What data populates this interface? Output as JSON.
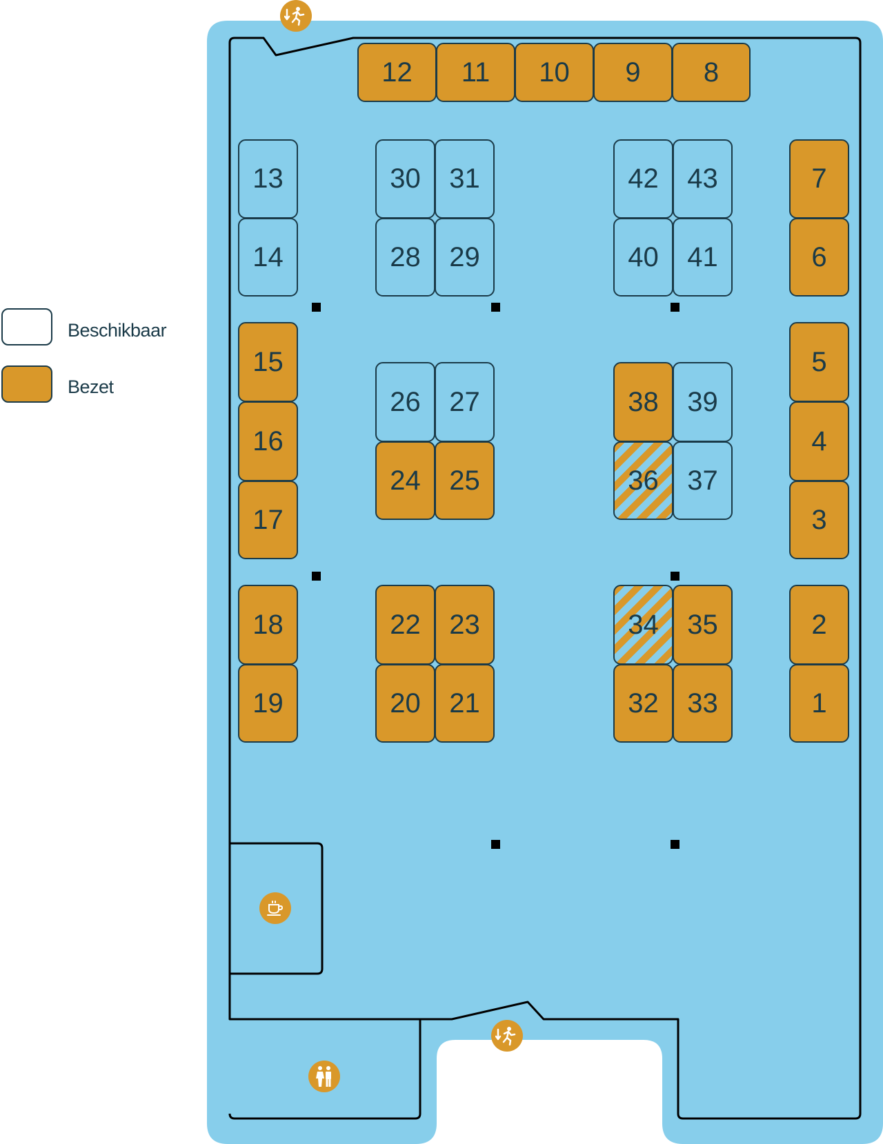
{
  "legend": {
    "available_label": "Beschikbaar",
    "occupied_label": "Bezet"
  },
  "colors": {
    "floor": "#87ceeb",
    "available": "#87ceeb",
    "occupied": "#d9982a",
    "outline": "#1a3a48",
    "pillar": "#000000"
  },
  "icons": {
    "emergency_exit": "emergency-exit-icon",
    "coffee": "coffee-cup-icon",
    "restroom": "restroom-icon"
  },
  "seats": [
    {
      "number": "1",
      "status": "occupied"
    },
    {
      "number": "2",
      "status": "occupied"
    },
    {
      "number": "3",
      "status": "occupied"
    },
    {
      "number": "4",
      "status": "occupied"
    },
    {
      "number": "5",
      "status": "occupied"
    },
    {
      "number": "6",
      "status": "occupied"
    },
    {
      "number": "7",
      "status": "occupied"
    },
    {
      "number": "8",
      "status": "occupied"
    },
    {
      "number": "9",
      "status": "occupied"
    },
    {
      "number": "10",
      "status": "occupied"
    },
    {
      "number": "11",
      "status": "occupied"
    },
    {
      "number": "12",
      "status": "occupied"
    },
    {
      "number": "13",
      "status": "available"
    },
    {
      "number": "14",
      "status": "available"
    },
    {
      "number": "15",
      "status": "occupied"
    },
    {
      "number": "16",
      "status": "occupied"
    },
    {
      "number": "17",
      "status": "occupied"
    },
    {
      "number": "18",
      "status": "occupied"
    },
    {
      "number": "19",
      "status": "occupied"
    },
    {
      "number": "20",
      "status": "occupied"
    },
    {
      "number": "21",
      "status": "occupied"
    },
    {
      "number": "22",
      "status": "occupied"
    },
    {
      "number": "23",
      "status": "occupied"
    },
    {
      "number": "24",
      "status": "occupied"
    },
    {
      "number": "25",
      "status": "occupied"
    },
    {
      "number": "26",
      "status": "available"
    },
    {
      "number": "27",
      "status": "available"
    },
    {
      "number": "28",
      "status": "available"
    },
    {
      "number": "29",
      "status": "available"
    },
    {
      "number": "30",
      "status": "available"
    },
    {
      "number": "31",
      "status": "available"
    },
    {
      "number": "32",
      "status": "occupied"
    },
    {
      "number": "33",
      "status": "occupied"
    },
    {
      "number": "34",
      "status": "partial"
    },
    {
      "number": "35",
      "status": "occupied"
    },
    {
      "number": "36",
      "status": "partial"
    },
    {
      "number": "37",
      "status": "available"
    },
    {
      "number": "38",
      "status": "occupied"
    },
    {
      "number": "39",
      "status": "available"
    },
    {
      "number": "40",
      "status": "available"
    },
    {
      "number": "41",
      "status": "available"
    },
    {
      "number": "42",
      "status": "available"
    },
    {
      "number": "43",
      "status": "available"
    }
  ]
}
